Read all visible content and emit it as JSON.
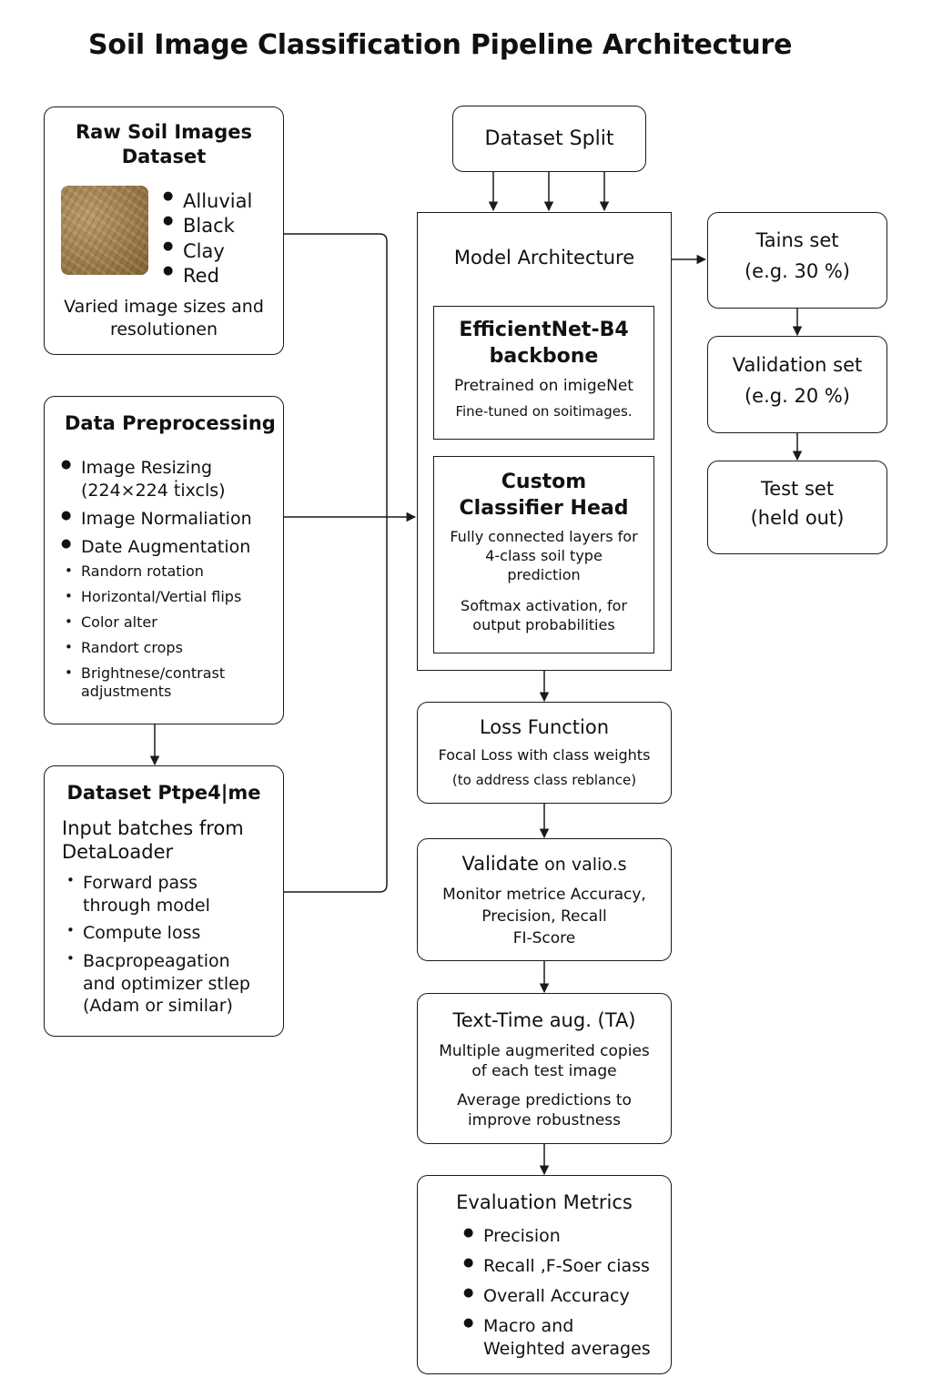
{
  "title": "Soil Image Classification Pipeline Architecture",
  "raw": {
    "title": "Raw Soil Images Dataset",
    "items": [
      "Alluvial",
      "Black",
      "Clay",
      "Red"
    ],
    "note": "Varied image sizes and resolutionen",
    "swatch_color": "#9c7c4c"
  },
  "prep": {
    "title": "Data Preprocessing",
    "items": [
      "Image Resizing",
      "(224×224 ṫixcls)",
      "Image Normaliation",
      "Date Augmentation"
    ],
    "sub_items": [
      "Randorn rotation",
      "Horizontal/Vertial flips",
      "Color alter",
      "Randort crops",
      "Brightnese/contrast adjustments"
    ]
  },
  "pipe": {
    "title": "Dataset Ptpe4|me",
    "intro": "Input batches from DetaLoader",
    "items": [
      "Forward pass through model",
      "Compute loss",
      "Bacpropeagation and optimizer stlep (Adam or similar)"
    ]
  },
  "split": {
    "title": "Dataset Split",
    "sets": [
      {
        "title": "Tains set",
        "note": "(e.g. 30 %)"
      },
      {
        "title": "Validation set",
        "note": "(e.g. 20 %)"
      },
      {
        "title": "Test set",
        "note": "(held out)"
      }
    ]
  },
  "model": {
    "title": "Model Architecture",
    "backbone": {
      "title": "EfficientNet-B4 backbone",
      "line1": "Pretrained on imigeNet",
      "line2": "Fine-tuned on soitimages."
    },
    "head": {
      "title": "Custom Classifier Head",
      "line1": "Fully connected layers for 4-class soil type prediction",
      "line2": "Softmax activation, for output probabilities"
    }
  },
  "loss": {
    "title": "Loss Function",
    "line1": "Focal Loss with class weights",
    "line2": "(to address class reblance)"
  },
  "validate": {
    "title_bold": "Validate",
    "title_rest": " on valio.s",
    "line1": "Monitor metrice Accuracy,",
    "line2": "Precision, Recall",
    "line3": "FI-Score"
  },
  "tta": {
    "title": "Text-Time aug. (TA)",
    "line1": "Multiple augmerited copies of each test image",
    "line2": "Average predictions to improve robustness"
  },
  "eval": {
    "title": "Evaluation Metrics",
    "items": [
      "Precision",
      "Recall ,F-Soer ciass",
      "Overall Accuracy",
      "Macro and Weighted averages"
    ]
  }
}
